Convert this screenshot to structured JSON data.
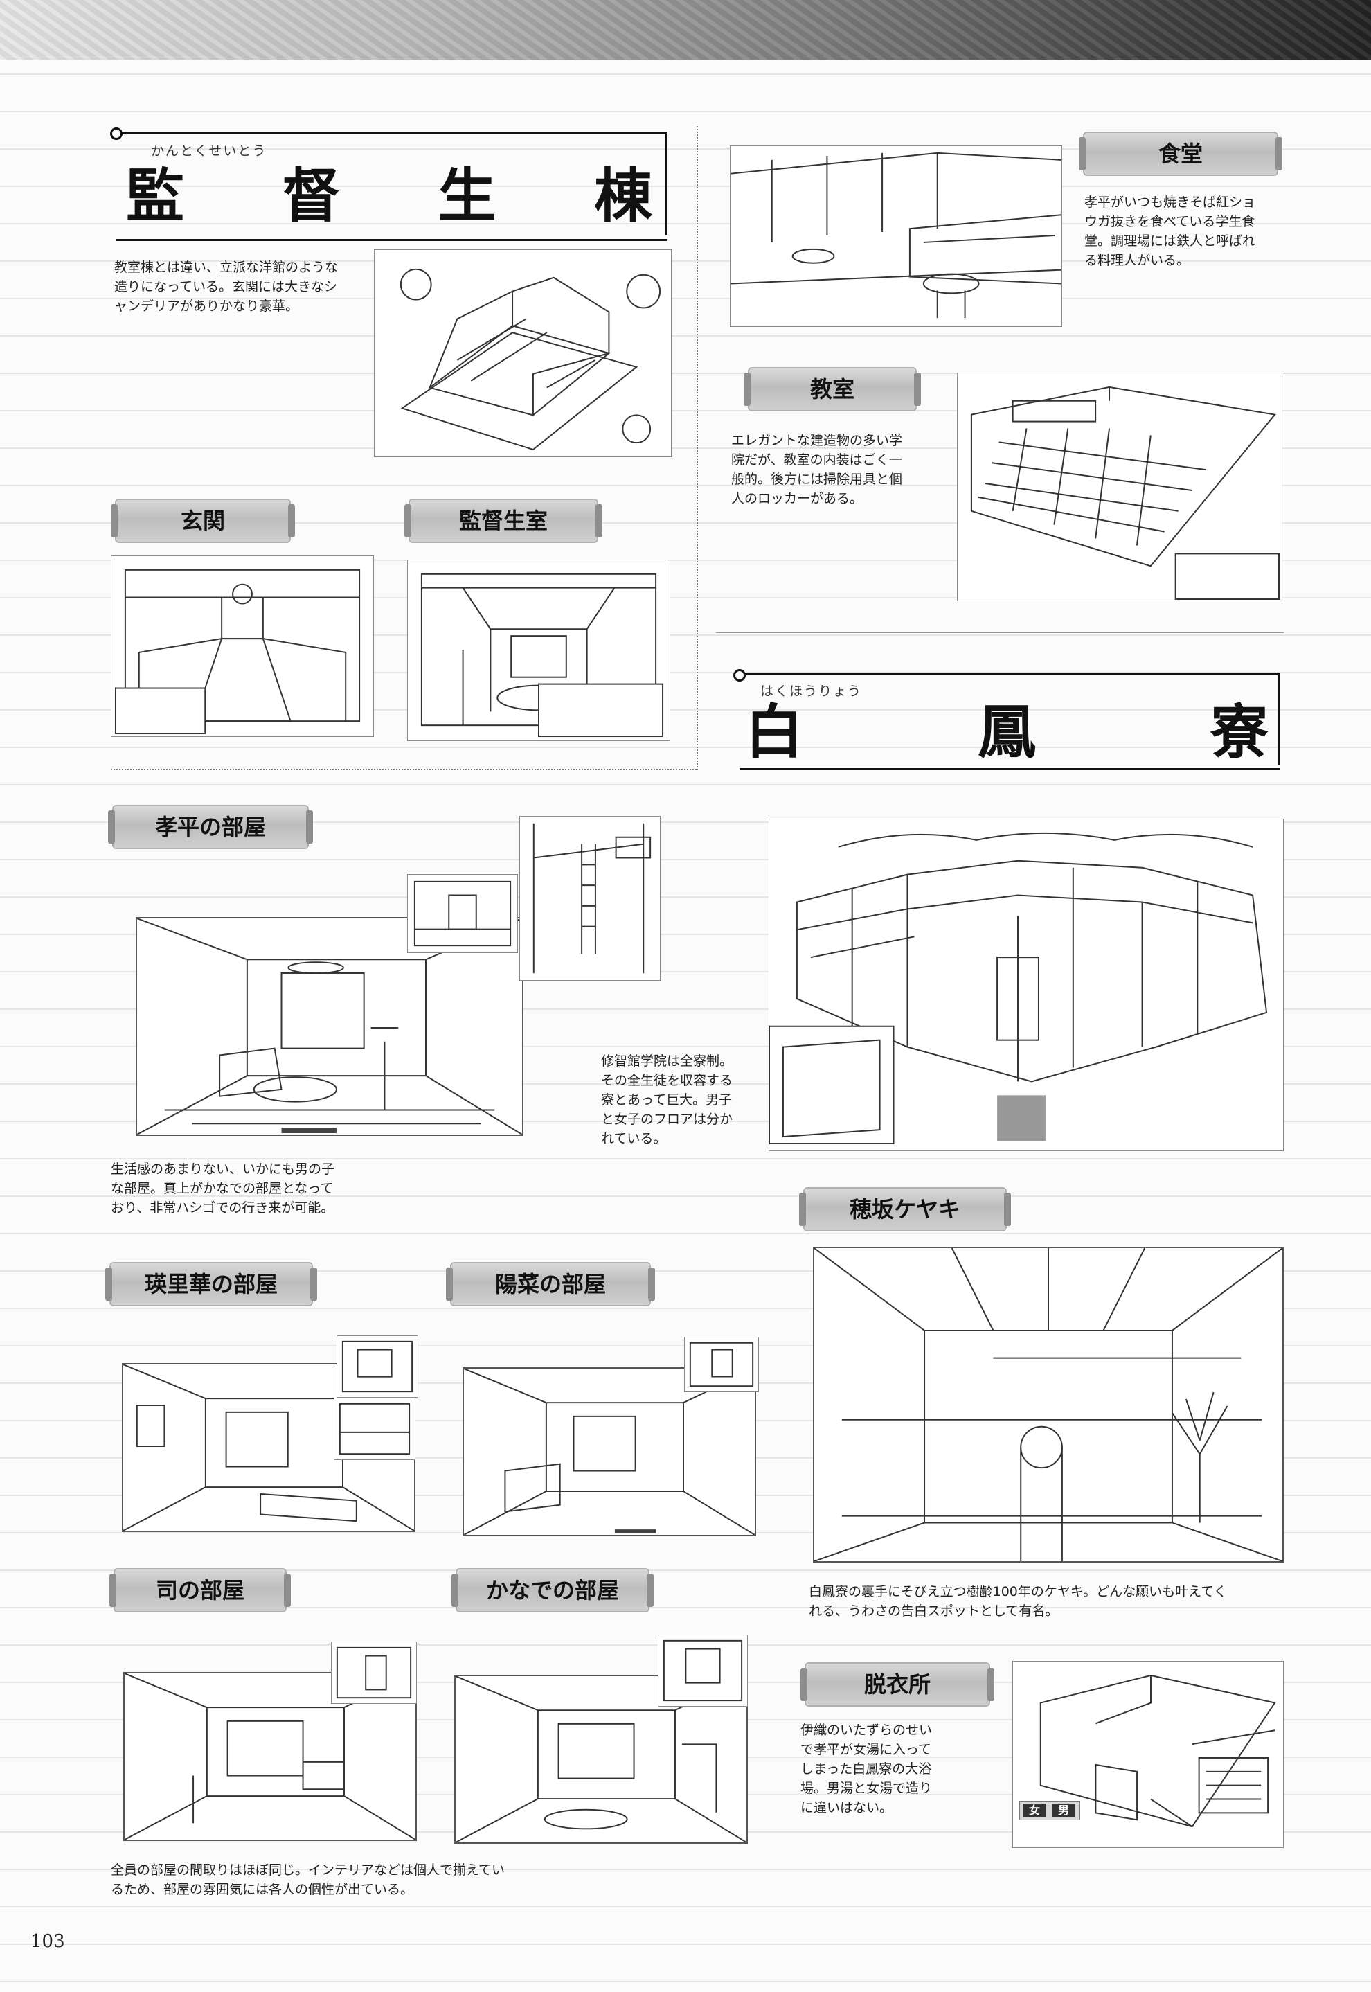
{
  "page_number": "103",
  "kantoku": {
    "ruby": "かんとくせいとう",
    "title_chars": [
      "監",
      "督",
      "生",
      "棟"
    ],
    "description": [
      "教室棟とは違い、立派な洋館のような",
      "造りになっている。玄関には大きなシ",
      "ャンデリアがありかなり豪華。"
    ],
    "genkan_label": "玄関",
    "kantoku_room_label": "監督生室"
  },
  "shokudo": {
    "label": "食堂",
    "description": [
      "孝平がいつも焼きそば紅ショ",
      "ウガ抜きを食べている学生食",
      "堂。調理場には鉄人と呼ばれ",
      "る料理人がいる。"
    ]
  },
  "kyoshitsu": {
    "label": "教室",
    "description": [
      "エレガントな建造物の多い学",
      "院だが、教室の内装はごく一",
      "般的。後方には掃除用具と個",
      "人のロッカーがある。"
    ]
  },
  "hakuho": {
    "ruby": "はくほうりょう",
    "title_chars": [
      "白",
      "鳳",
      "寮"
    ],
    "description": [
      "修智館学院は全寮制。",
      "その全生徒を収容する",
      "寮とあって巨大。男子",
      "と女子のフロアは分か",
      "れている。"
    ]
  },
  "kohei_room": {
    "label": "孝平の部屋",
    "description": [
      "生活感のあまりない、いかにも男の子",
      "な部屋。真上がかなでの部屋となって",
      "おり、非常ハシゴでの行き来が可能。"
    ]
  },
  "erika_room": {
    "label": "瑛里華の部屋"
  },
  "haruna_room": {
    "label": "陽菜の部屋"
  },
  "tsukasa_room": {
    "label": "司の部屋"
  },
  "kanade_room": {
    "label": "かなでの部屋"
  },
  "rooms_note": [
    "全員の部屋の間取りはほぼ同じ。インテリアなどは個人で揃えてい",
    "るため、部屋の雰囲気には各人の個性が出ている。"
  ],
  "keyaki": {
    "label": "穂坂ケヤキ",
    "description": [
      "白鳳寮の裏手にそびえ立つ樹齢100年のケヤキ。どんな願いも叶えてく",
      "れる、うわさの告白スポットとして有名。"
    ]
  },
  "datsuijo": {
    "label": "脱衣所",
    "description": [
      "伊織のいたずらのせい",
      "で孝平が女湯に入って",
      "しまった白鳳寮の大浴",
      "場。男湯と女湯で造り",
      "に違いはない。"
    ],
    "sign_female": "女",
    "sign_male": "男"
  }
}
